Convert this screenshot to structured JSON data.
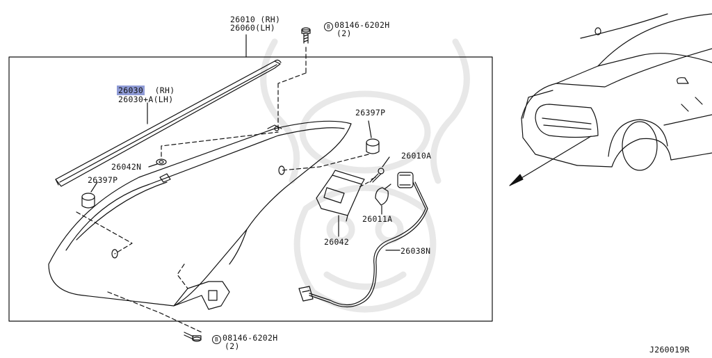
{
  "labels": {
    "top_assembly_rh": "26010 (RH)",
    "top_assembly_lh": "26060(LH)",
    "bolt_top_prefix": "B",
    "bolt_top_code": "08146-6202H",
    "bolt_top_qty": "(2)",
    "bolt_bottom_prefix": "B",
    "bolt_bottom_code": "08146-6202H",
    "bolt_bottom_qty": "(2)",
    "trim_rh_part": "26030",
    "trim_rh_side": "(RH)",
    "trim_lh": "26030+A(LH)",
    "cap_right": "26397P",
    "cap_left": "26397P",
    "grommet": "26042N",
    "socket": "26010A",
    "bulb": "26011A",
    "bracket": "26042",
    "harness": "26038N",
    "figure_code": "J260019R"
  },
  "colors": {
    "line": "#111111",
    "highlight": "#8f9bd6",
    "watermark": "#e6e6e6"
  }
}
